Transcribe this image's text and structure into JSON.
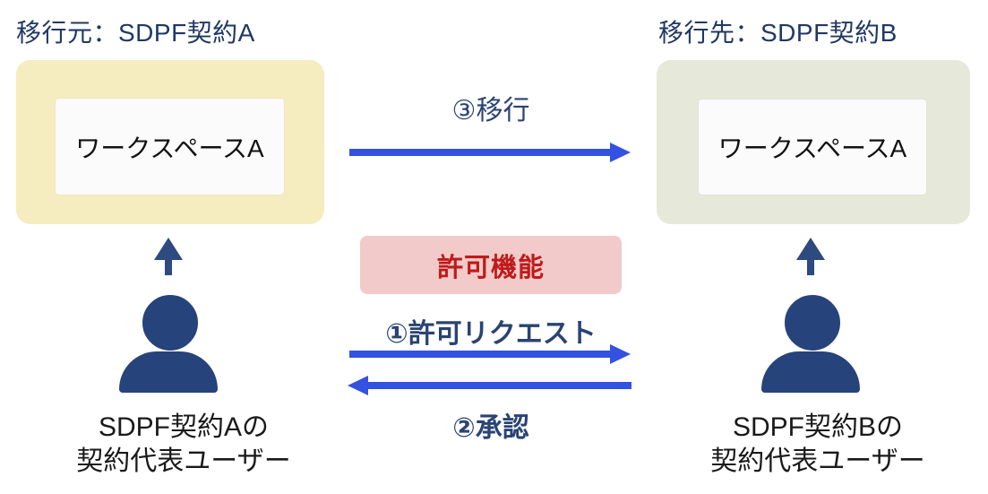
{
  "page": {
    "background": "#ffffff"
  },
  "source": {
    "title": "移行元：SDPF契約A",
    "workspace": "ワークスペースA",
    "caption_line1": "SDPF契約Aの",
    "caption_line2": "契約代表ユーザー",
    "panel_color": "#f5ecc0"
  },
  "destination": {
    "title": "移行先：SDPF契約B",
    "workspace": "ワークスペースA",
    "caption_line1": "SDPF契約Bの",
    "caption_line2": "契約代表ユーザー",
    "panel_color": "#e6e9da"
  },
  "flows": {
    "migration": "③移行",
    "permission_feature": "許可機能",
    "permission_request": "①許可リクエスト",
    "approval": "②承認"
  },
  "icons": {
    "migration_arrow": "right-arrow-icon",
    "request_arrow": "right-arrow-icon",
    "approval_arrow": "left-arrow-icon",
    "up_arrows": "up-arrow-icon",
    "persons": "person-icon"
  },
  "colors": {
    "title_navy": "#203864",
    "flow_label_navy": "#2a4373",
    "arrow_blue": "#3352e1",
    "person_navy": "#27437c",
    "workspace_bg": "#fbfbfc",
    "permission_box_bg": "#f2caca",
    "permission_text_red": "#c01a1a",
    "caption_black": "#1a1a1a"
  }
}
